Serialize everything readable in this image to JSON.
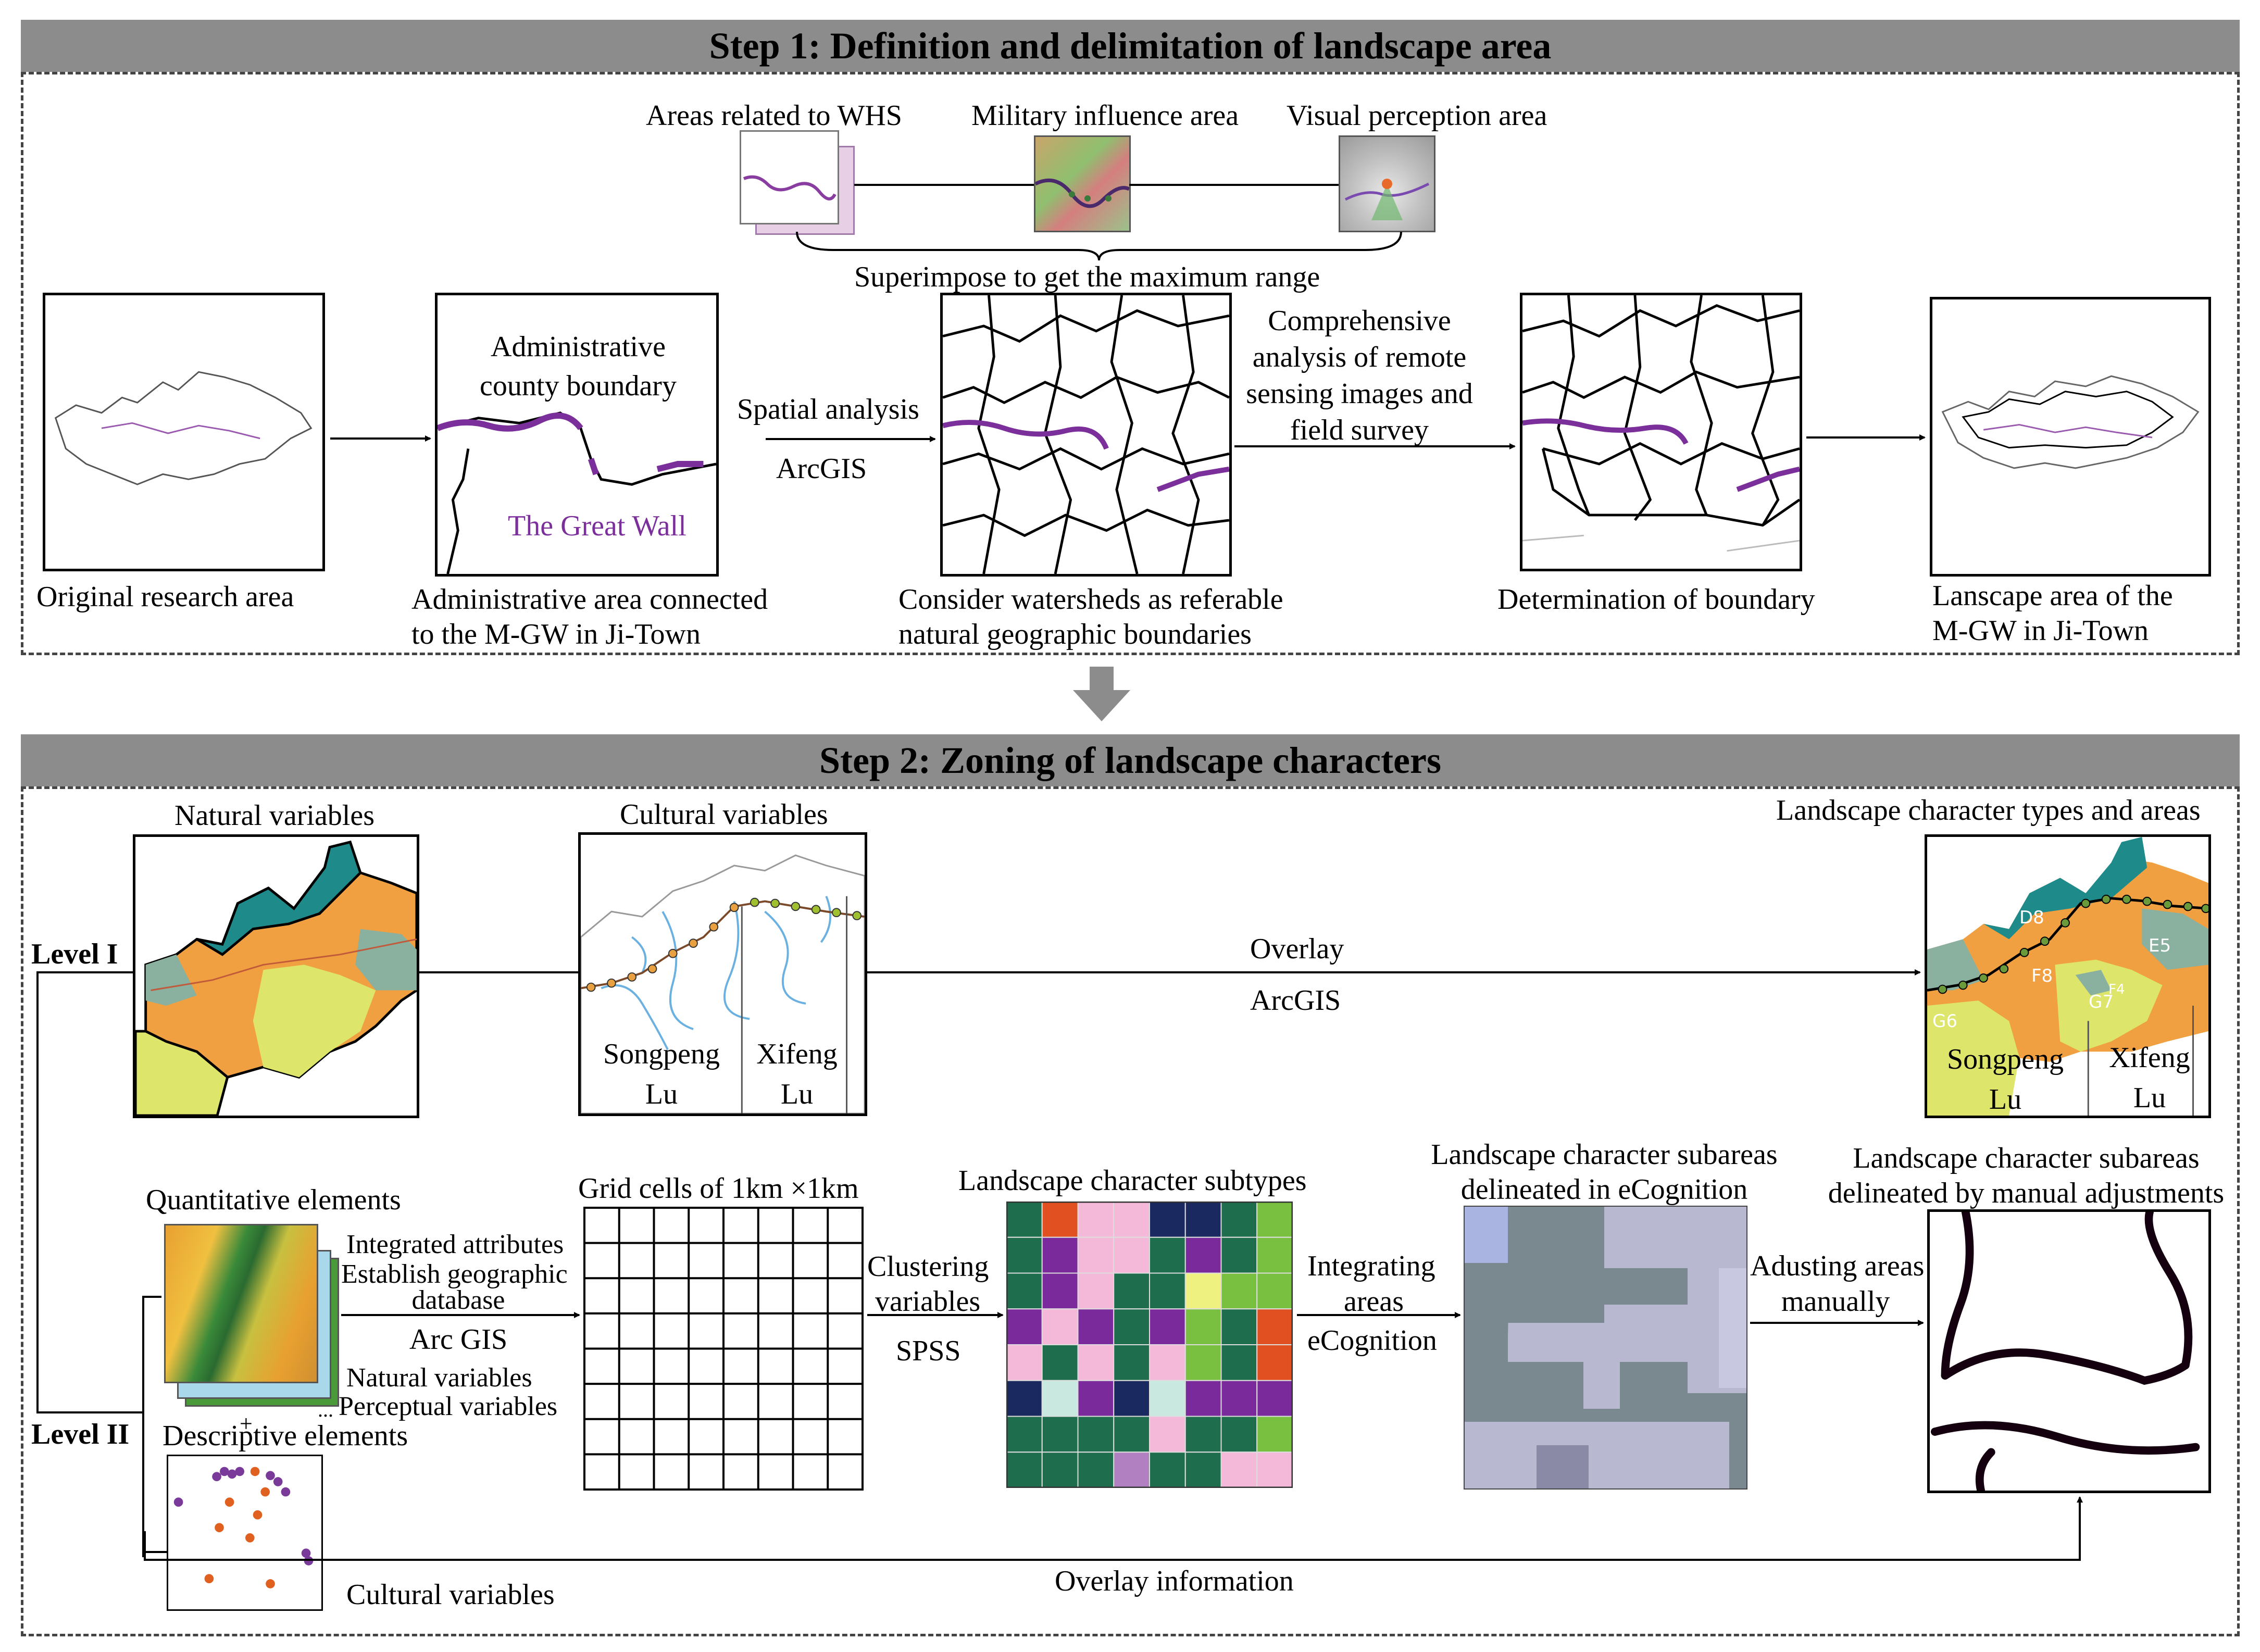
{
  "step1": {
    "title": "Step 1: Definition and delimitation of landscape area",
    "top_inputs": {
      "whs": "Areas related to WHS",
      "military": "Military influence area",
      "visual": "Visual perception area",
      "superimpose": "Superimpose to get the maximum range"
    },
    "panels": {
      "original": "Original research area",
      "admin_cap_1": "Administrative area connected",
      "admin_cap_2": "to the M-GW in Ji-Town",
      "admin_inner_1": "Administrative",
      "admin_inner_2": "county boundary",
      "great_wall": "The Great Wall",
      "watershed_cap_1": "Consider watersheds as referable",
      "watershed_cap_2": "natural geographic boundaries",
      "boundary_cap": "Determination of  boundary",
      "landscape_cap_1": "Lanscape area of the",
      "landscape_cap_2": "M-GW in Ji-Town"
    },
    "arrows": {
      "spatial_analysis": "Spatial analysis",
      "arcgis": "ArcGIS",
      "comp_1": "Comprehensive",
      "comp_2": "analysis of remote",
      "comp_3": "sensing images and",
      "comp_4": "field survey"
    }
  },
  "step2": {
    "title": "Step 2: Zoning of landscape characters",
    "level1": "Level I",
    "level2": "Level II",
    "natural_variables": "Natural variables",
    "cultural_variables_top": "Cultural  variables",
    "songpeng_1": "Songpeng",
    "songpeng_2": "Lu",
    "xifeng_1": "Xifeng",
    "xifeng_2": "Lu",
    "overlay": "Overlay",
    "arcgis": "ArcGIS",
    "types_areas": "Landscape character types and areas",
    "map_codes": [
      "D8",
      "E5",
      "F8",
      "G7",
      "F4",
      "G6"
    ],
    "quant_elements": "Quantitative elements",
    "integrated": "Integrated attributes",
    "establish_1": "Establish geographic",
    "establish_2": "database",
    "arc_gis": "Arc GIS",
    "natural_vars": "Natural variables",
    "perceptual_vars": "Perceptual variables",
    "plus": "+",
    "ellipsis": "...",
    "descriptive": "Descriptive elements",
    "cultural_variables_bottom": "Cultural  variables",
    "grid_cells": "Grid cells of 1km ×1km",
    "clustering_1": "Clustering",
    "clustering_2": "variables",
    "spss": "SPSS",
    "subtypes": "Landscape character subtypes",
    "integrating_1": "Integrating",
    "integrating_2": "areas",
    "ecognition": "eCognition",
    "subareas_ecog_1": "Landscape character subareas",
    "subareas_ecog_2": "delineated in eCognition",
    "adjusting_1": "Adusting areas",
    "adjusting_2": "manually",
    "subareas_manual_1": "Landscape character subareas",
    "subareas_manual_2": "delineated by manual adjustments",
    "overlay_info": "Overlay information"
  },
  "colors": {
    "banner": "#8c8c8c",
    "great_wall": "#7b2f9a",
    "teal": "#1f8a8a",
    "orange": "#f0a040",
    "yellow_green": "#dde56a",
    "grey_blue": "#8a9aa8"
  }
}
